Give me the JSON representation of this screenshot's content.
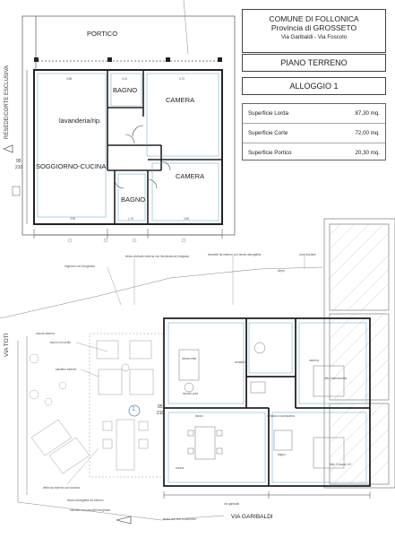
{
  "title_block": {
    "comune": "COMUNE DI FOLLONICA",
    "provincia": "Provincia di GROSSETO",
    "indirizzo": "Via Garibaldi - Via Foscolo"
  },
  "floor_label": "PIANO TERRENO",
  "unit_label": "ALLOGGIO 1",
  "areas": [
    {
      "label": "Superficie Lorda",
      "value": "87,30 mq."
    },
    {
      "label": "Superficie Corte",
      "value": "72,00 mq."
    },
    {
      "label": "Superficie Portico",
      "value": "20,30 mq."
    }
  ],
  "top_plan": {
    "portico": "PORTICO",
    "bagno_1": "BAGNO",
    "camera_1": "CAMERA",
    "lavanderia": "lavanderia/rip.",
    "soggiorno": "SOGGIORNO-CUCINA",
    "camera_2": "CAMERA",
    "bagno_2": "BAGNO",
    "resede": "RESEDE/CORTE ESCLUSIVA",
    "quota": "95",
    "quota_2": "210",
    "dims_top": [
      "3.85",
      "3.10",
      "3.70"
    ],
    "dims_bottom": [
      "3.90",
      "1.70",
      "3.80"
    ]
  },
  "bottom_plan": {
    "via_toti": "VIA TOTI",
    "via_garibaldi": "VIA GARIBALDI",
    "marker": "1",
    "quota": "95",
    "quota_2": "210",
    "notes": [
      "tenda verticale esterna con illuminazione integrata",
      "divanetti da esterno con tavolo allungabile",
      "zona impianti",
      "ringhiera con frangivista",
      "siepe",
      "doccia esterna",
      "tavolo con sedie",
      "salottino esterno",
      "lettini da esterno con tavolino",
      "tavolo allungabile da esterno",
      "cancello con pannelli frangivista",
      "tenda con box in alluminio",
      "via garibaldi"
    ],
    "rooms": [
      "divano letto",
      "armadio",
      "tavolini pouf",
      "camera",
      "letto matrimoniale",
      "armadio a scomparsa",
      "tavolo",
      "cucina",
      "letto 2 piazze 1/2",
      "bagno"
    ]
  }
}
